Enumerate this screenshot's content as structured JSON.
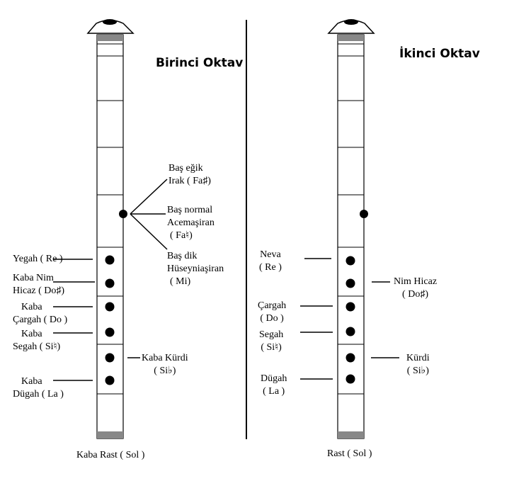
{
  "left_panel": {
    "title": "Birinci Oktav",
    "bottom_label": "Kaba Rast ( Sol )",
    "thumb_notes": {
      "bas_egik": [
        "Baş eğik",
        "Irak ( Fa♯)"
      ],
      "bas_normal": [
        "Baş normal",
        "Acemaşiran",
        "( Fa♮)"
      ],
      "bas_dik": [
        "Baş dik",
        "Hüseyniaşiran",
        "( Mi)"
      ]
    },
    "hole_notes": {
      "yegah": [
        "Yegah ( Re )"
      ],
      "kaba_nim_hicaz": [
        "Kaba Nim",
        "Hicaz ( Do♯)"
      ],
      "kaba_cargah": [
        "Kaba",
        "Çargah ( Do )"
      ],
      "kaba_segah": [
        "Kaba",
        "Segah ( Si♮)"
      ],
      "kaba_kurdi": [
        "Kaba Kürdi",
        "( Si♭)"
      ],
      "kaba_dugah": [
        "Kaba",
        "Dügah ( La )"
      ]
    }
  },
  "right_panel": {
    "title": "İkinci Oktav",
    "bottom_label": "Rast ( Sol )",
    "hole_notes": {
      "neva": [
        "Neva",
        "( Re )"
      ],
      "nim_hicaz": [
        "Nim Hicaz",
        "( Do♯)"
      ],
      "cargah": [
        "Çargah",
        "( Do )"
      ],
      "segah": [
        "Segah",
        "( Si♮)"
      ],
      "kurdi": [
        "Kürdi",
        "( Si♭)"
      ],
      "dugah": [
        "Dügah",
        "( La )"
      ]
    }
  }
}
